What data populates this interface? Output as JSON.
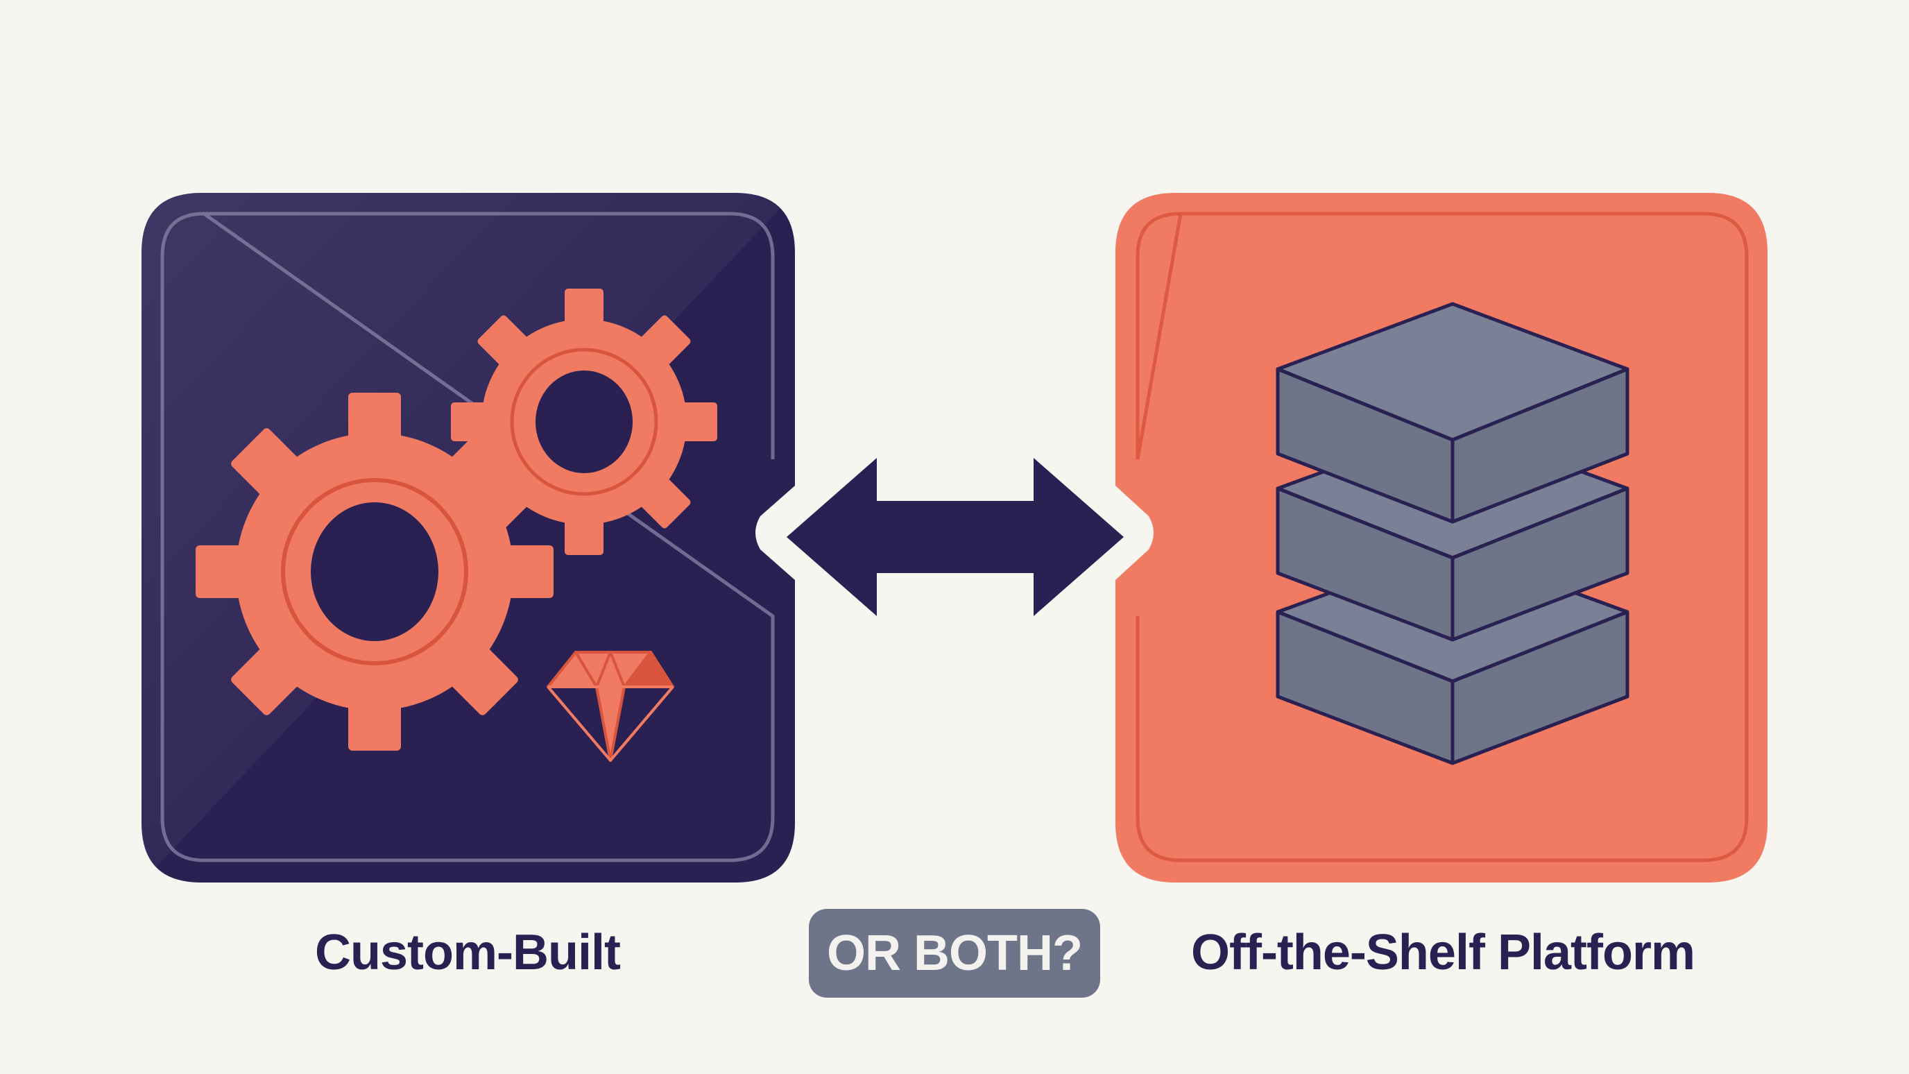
{
  "left_option": {
    "label": "Custom-Built",
    "panel_color": "#2a2152",
    "icons": [
      "gear-icon",
      "gear-icon",
      "diamond-icon"
    ]
  },
  "right_option": {
    "label": "Off-the-Shelf Platform",
    "panel_color": "#f07a62",
    "icons": [
      "stack-icon"
    ]
  },
  "connector": {
    "icon": "double-arrow-icon",
    "color": "#2a2152"
  },
  "middle_badge": {
    "label": "OR BOTH?",
    "color": "#6f7589"
  },
  "accent_colors": {
    "gear": "#f07a62",
    "stack": "#6f7589",
    "background": "#f7f5f0"
  }
}
